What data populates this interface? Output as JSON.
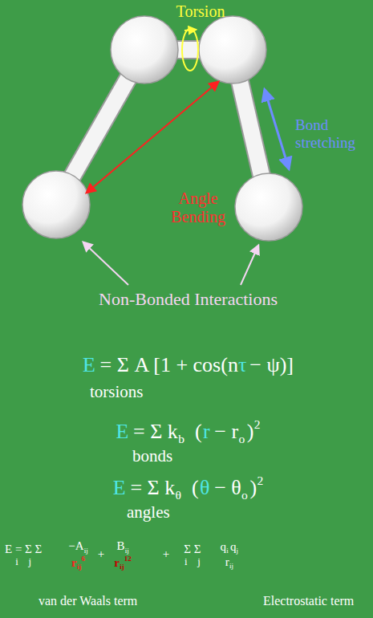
{
  "diagram": {
    "labels": [
      "Torsion",
      "Bond stretching",
      "Angle Bending",
      "Non-Bonded Interactions",
      "E",
      "= Σ A [1 + cos(n",
      "τ",
      "− ψ)]",
      "torsions",
      "E",
      "= Σ k",
      "b",
      "(",
      "r",
      "− r",
      "o",
      ")",
      "2",
      "bonds",
      "E",
      "= Σ k",
      "θ",
      "(",
      "θ",
      "− θ",
      "o",
      ")",
      "2",
      "angles",
      "E = Σ Σ",
      "i",
      "j",
      "−A",
      "ij",
      "r",
      "ij",
      "6",
      "+",
      "B",
      "ij",
      "r",
      "ij",
      "12",
      "+",
      "Σ Σ",
      "i",
      "j",
      "q",
      "i",
      "q",
      "j",
      "r",
      "ij",
      "van der Waals term",
      "Electrostatic term"
    ]
  }
}
